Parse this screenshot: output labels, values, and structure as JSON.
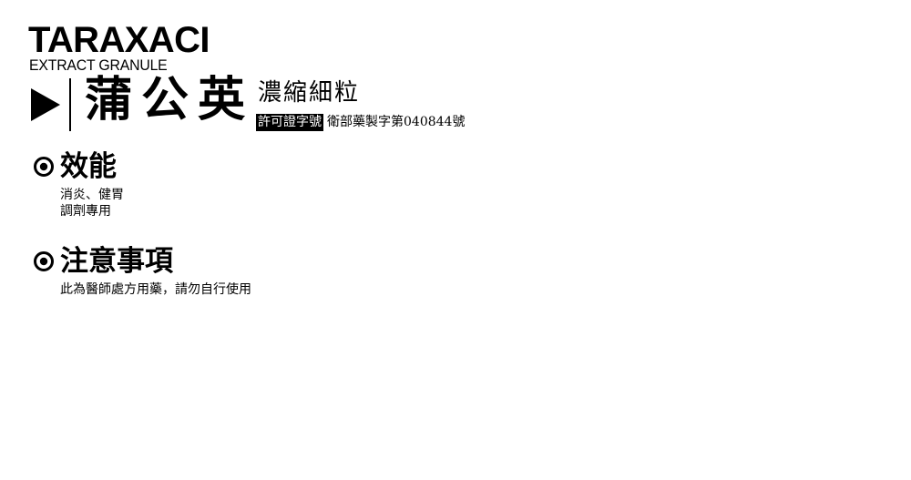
{
  "product": {
    "latin_name": "TARAXACI",
    "latin_subtitle": "EXTRACT GRANULE",
    "chinese_name": "蒲公英",
    "form": "濃縮細粒",
    "license_label": "許可證字號",
    "license_number": "衛部藥製字第040844號"
  },
  "sections": {
    "efficacy": {
      "title": "效能",
      "lines": [
        "消炎、健胃",
        "調劑專用"
      ]
    },
    "cautions": {
      "title": "注意事項",
      "lines": [
        "此為醫師處方用藥，請勿自行使用"
      ]
    }
  },
  "icons": {
    "arrow": "play-triangle-icon",
    "bullet": "target-circle-icon"
  },
  "colors": {
    "text": "#000000",
    "background": "#ffffff",
    "badge_bg": "#000000",
    "badge_text": "#ffffff"
  }
}
